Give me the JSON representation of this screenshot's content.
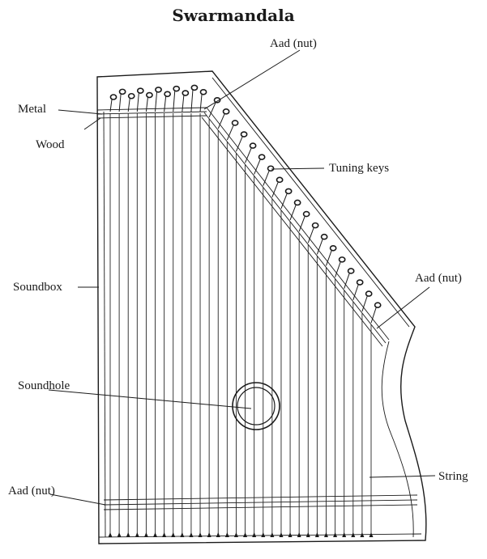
{
  "title": "Swarmandala",
  "labels": {
    "aad_nut_top": "Aad (nut)",
    "metal": "Metal",
    "wood": "Wood",
    "tuning_keys": "Tuning keys",
    "aad_nut_right": "Aad (nut)",
    "soundbox": "Soundbox",
    "soundhole": "Soundhole",
    "string": "String",
    "aad_nut_bottom": "Aad (nut)"
  },
  "string_count": 30
}
